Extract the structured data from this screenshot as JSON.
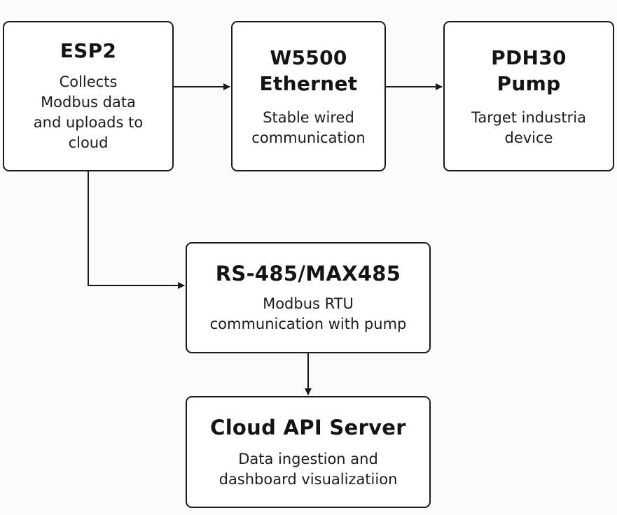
{
  "diagram": {
    "type": "block-diagram",
    "nodes": {
      "esp2": {
        "title": "ESP2",
        "description": "Collects\nModbus data\nand uploads to\ncloud"
      },
      "w5500": {
        "title": "W5500\nEthernet",
        "description": "Stable wired\ncommunication"
      },
      "pdh30": {
        "title": "PDH30\nPump",
        "description": "Target industria\ndevice"
      },
      "rs485": {
        "title": "RS-485/MAX485",
        "description": "Modbus RTU\ncommunication with pump"
      },
      "cloud": {
        "title": "Cloud API Server",
        "description": "Data ingestion and\ndashboard visualizatiion"
      }
    },
    "edges": [
      {
        "from": "esp2",
        "to": "w5500"
      },
      {
        "from": "w5500",
        "to": "pdh30"
      },
      {
        "from": "esp2",
        "to": "rs485"
      },
      {
        "from": "rs485",
        "to": "cloud"
      }
    ],
    "colors": {
      "background": "#fbfbfb",
      "node_fill": "#ffffff",
      "stroke": "#1a1a1a",
      "text": "#141414"
    }
  }
}
